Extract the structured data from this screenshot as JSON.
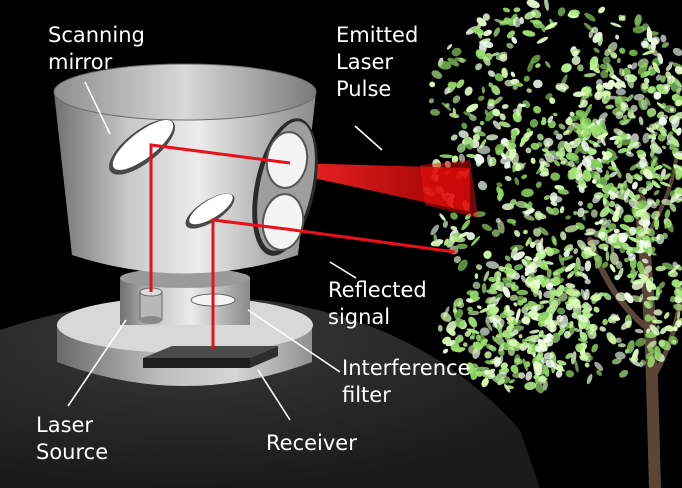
{
  "labels": {
    "scanning_mirror": "Scanning\nmirror",
    "emitted_pulse": "Emitted\nLaser\nPulse",
    "reflected_signal": "Reflected\nsignal",
    "interference_filter": "Interference\nfilter",
    "laser_source": "Laser\nSource",
    "receiver": "Receiver"
  },
  "colors": {
    "background": "#000000",
    "ground": "#2e2e2e",
    "device_body": "#bdbdbd",
    "laser": "#e8101a",
    "foliage": "#b8f090",
    "text": "#ffffff"
  }
}
